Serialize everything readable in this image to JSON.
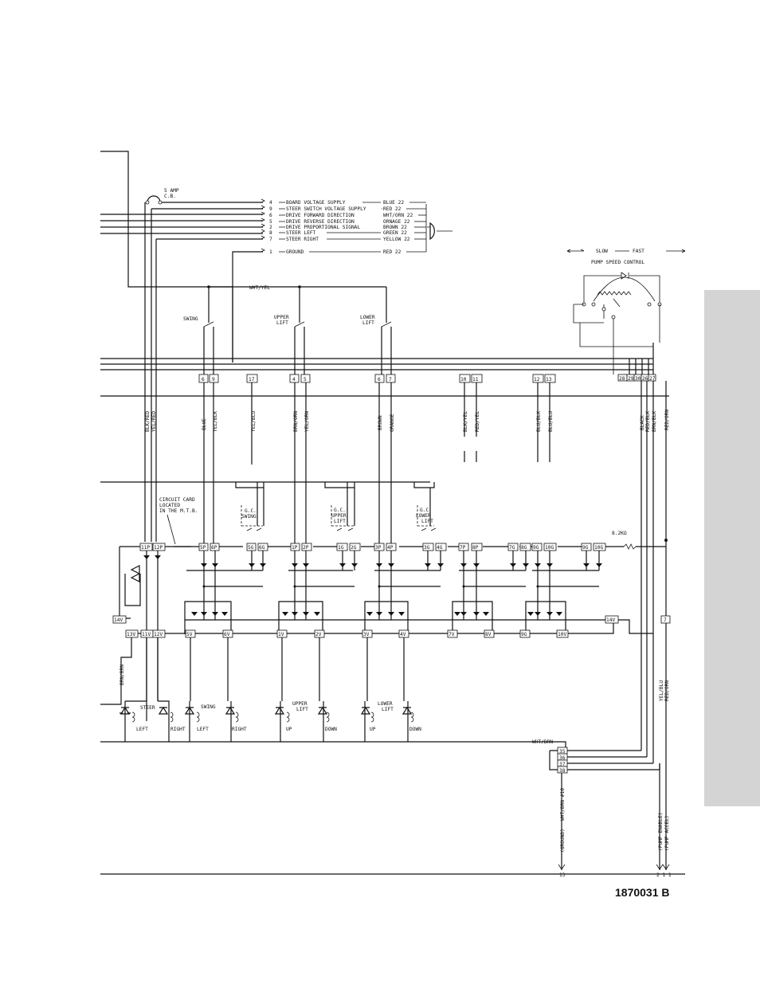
{
  "connector_entries": [
    {
      "pin": "4",
      "circuit": "BOARD VOLTAGE SUPPLY",
      "wire": "BLUE 22"
    },
    {
      "pin": "9",
      "circuit": "STEER SWITCH VOLTAGE SUPPLY",
      "wire": "RED 22"
    },
    {
      "pin": "6",
      "circuit": "DRIVE FORWARD DIRECTION",
      "wire": "WHT/ORN 22"
    },
    {
      "pin": "5",
      "circuit": "DRIVE REVERSE DIRECTION",
      "wire": "ORNAGE 22"
    },
    {
      "pin": "2",
      "circuit": "DRIVE PROPORTIONAL SIGNAL",
      "wire": "BROWN 22"
    },
    {
      "pin": "8",
      "circuit": "STEER LEFT",
      "wire": "GREEN 22"
    },
    {
      "pin": "7",
      "circuit": "STEER RIGHT",
      "wire": "YELLOW 22"
    },
    {
      "pin": "1",
      "circuit": "GROUND",
      "wire": "RED 22"
    }
  ],
  "breaker": {
    "line1": "5 AMP",
    "line2": "C.B."
  },
  "pump_speed": {
    "slow": "SLOW",
    "fast": "FAST",
    "title": "PUMP SPEED CONTROL"
  },
  "common_wire": "WHT/YEL",
  "switches": {
    "swing": [
      "SWING"
    ],
    "upper": [
      "UPPER",
      "LIFT"
    ],
    "lower": [
      "LOWER",
      "LIFT"
    ]
  },
  "pin_boxes_top": [
    "6",
    "9",
    "17",
    "4",
    "5",
    "6",
    "7",
    "10",
    "11",
    "12",
    "13",
    "28",
    "29",
    "30",
    "26",
    "27"
  ],
  "wire_colors": {
    "blk_red": "BLK/RED",
    "yel_red": "YEL/RED",
    "blue": "BLUE",
    "yel_blk": "YEL/BLK",
    "yel_blu": "YEL/BLU",
    "brn_orn": "BRN/ORN",
    "yel_orn": "YEL/ORN",
    "brown": "BROWN",
    "orange": "ORANGE",
    "blk_yel": "BLK/YEL",
    "red_yel": "RED/YEL",
    "blu_blk": "BLU/BLK",
    "blu_blu": "BLU/BLU",
    "black": "BLACK",
    "red_blk": "RED/BLK",
    "brn_blk": "BRN/BLK",
    "red_orn": "RED/ORN",
    "brn_brn": "BRN/BRN",
    "yel_blu2": "YEL/BLU",
    "red_orn2": "RED/ORN",
    "wht_brn": "WHT/BRN",
    "wht_brn_10": "WHT/BRN #10"
  },
  "circuit_card": [
    "CIRCUIT CARD",
    "LOCATED",
    "IN THE M.T.B."
  ],
  "gc": {
    "swing": [
      "G.C.",
      "SWING"
    ],
    "upper": [
      "G.C.",
      "UPPER",
      "LIFT"
    ],
    "lower": [
      "G.C.",
      "LOWER",
      "LIFT"
    ]
  },
  "resistor": "8.2KΩ",
  "p_row": [
    "11P",
    "12P",
    "5P",
    "6P",
    "5G",
    "6G",
    "1P",
    "2P",
    "1G",
    "2G",
    "3P",
    "4P",
    "3G",
    "4G",
    "7P",
    "8P",
    "7G",
    "8G",
    "9G",
    "10G",
    "9G",
    "10G"
  ],
  "v_row": [
    "13V",
    "11V",
    "12V",
    "5V",
    "6V",
    "1V",
    "2V",
    "3V",
    "4V",
    "7V",
    "8V",
    "9G",
    "10V"
  ],
  "v_row_edges": {
    "left": "14V",
    "right": "14V",
    "pin7": "7"
  },
  "valves": {
    "steer": {
      "title": "STEER",
      "left": "LEFT",
      "right": "RIGHT"
    },
    "swing": {
      "title": "SWING",
      "left": "LEFT",
      "right": "RIGHT"
    },
    "upper": {
      "title": [
        "UPPER",
        "LIFT"
      ],
      "left": "UP",
      "right": "DOWN"
    },
    "lower": {
      "title": [
        "LOWER",
        "LIFT"
      ],
      "left": "UP",
      "right": "DOWN"
    }
  },
  "connector_36": [
    "35",
    "36",
    "37",
    "38"
  ],
  "bottom_labels": {
    "ground": "(GROUND)",
    "pump_enable": "(PUMP ENABLE)",
    "pump_accel": "(PUMP ACCEL)",
    "ref13": "13",
    "ref211": "2 1 1"
  },
  "doc_number": "1870031 B"
}
